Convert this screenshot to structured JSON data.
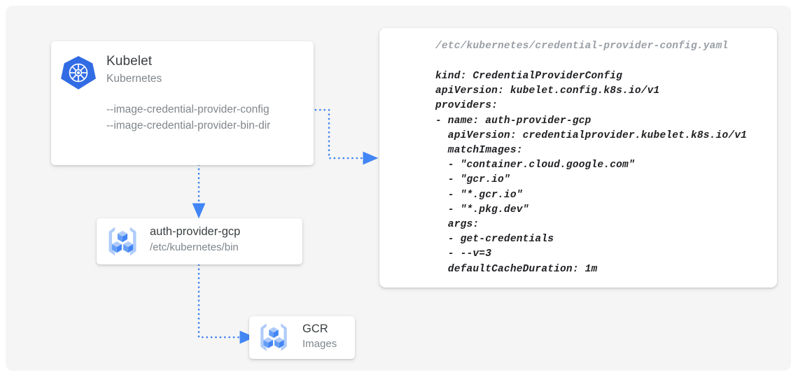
{
  "canvas": {
    "background": "#f5f5f5",
    "page_background": "#ffffff"
  },
  "colors": {
    "accent_blue": "#4285f4",
    "connector_blue": "#4285f4",
    "icon_blue_dark": "#3367d6",
    "icon_blue_light": "#a8c7fa",
    "title_text": "#3c4043",
    "subtitle_text": "#80868b",
    "code_text": "#202124",
    "code_path_text": "#9aa0a6"
  },
  "nodes": {
    "kubelet": {
      "icon": "kubernetes-logo-icon",
      "title": "Kubelet",
      "subtitle": "Kubernetes",
      "flags": [
        "--image-credential-provider-config",
        "--image-credential-provider-bin-dir"
      ]
    },
    "auth_provider": {
      "icon": "gcp-container-registry-icon",
      "title": "auth-provider-gcp",
      "subtitle": "/etc/kubernetes/bin"
    },
    "gcr": {
      "icon": "gcp-container-registry-icon",
      "title": "GCR",
      "subtitle": "Images"
    }
  },
  "yaml_panel": {
    "path": "/etc/kubernetes/credential-provider-config.yaml",
    "content": "kind: CredentialProviderConfig\napiVersion: kubelet.config.k8s.io/v1\nproviders:\n- name: auth-provider-gcp\n  apiVersion: credentialprovider.kubelet.k8s.io/v1\n  matchImages:\n  - \"container.cloud.google.com\"\n  - \"gcr.io\"\n  - \"*.gcr.io\"\n  - \"*.pkg.dev\"\n  args:\n  - get-credentials\n  - --v=3\n  defaultCacheDuration: 1m",
    "lines": [
      "kind: CredentialProviderConfig",
      "apiVersion: kubelet.config.k8s.io/v1",
      "providers:",
      "- name: auth-provider-gcp",
      "  apiVersion: credentialprovider.kubelet.k8s.io/v1",
      "  matchImages:",
      "  - \"container.cloud.google.com\"",
      "  - \"gcr.io\"",
      "  - \"*.gcr.io\"",
      "  - \"*.pkg.dev\"",
      "  args:",
      "  - get-credentials",
      "  - --v=3",
      "  defaultCacheDuration: 1m"
    ]
  },
  "connectors": [
    {
      "name": "kubelet-config-to-yaml",
      "from": "kubelet.flags.0",
      "to": "yaml_panel",
      "style": "dotted",
      "arrowhead": true
    },
    {
      "name": "kubelet-to-auth-provider",
      "from": "kubelet",
      "to": "auth_provider",
      "style": "dotted",
      "arrowhead": true
    },
    {
      "name": "auth-provider-to-gcr",
      "from": "auth_provider",
      "to": "gcr",
      "style": "dotted",
      "arrowhead": true
    }
  ]
}
